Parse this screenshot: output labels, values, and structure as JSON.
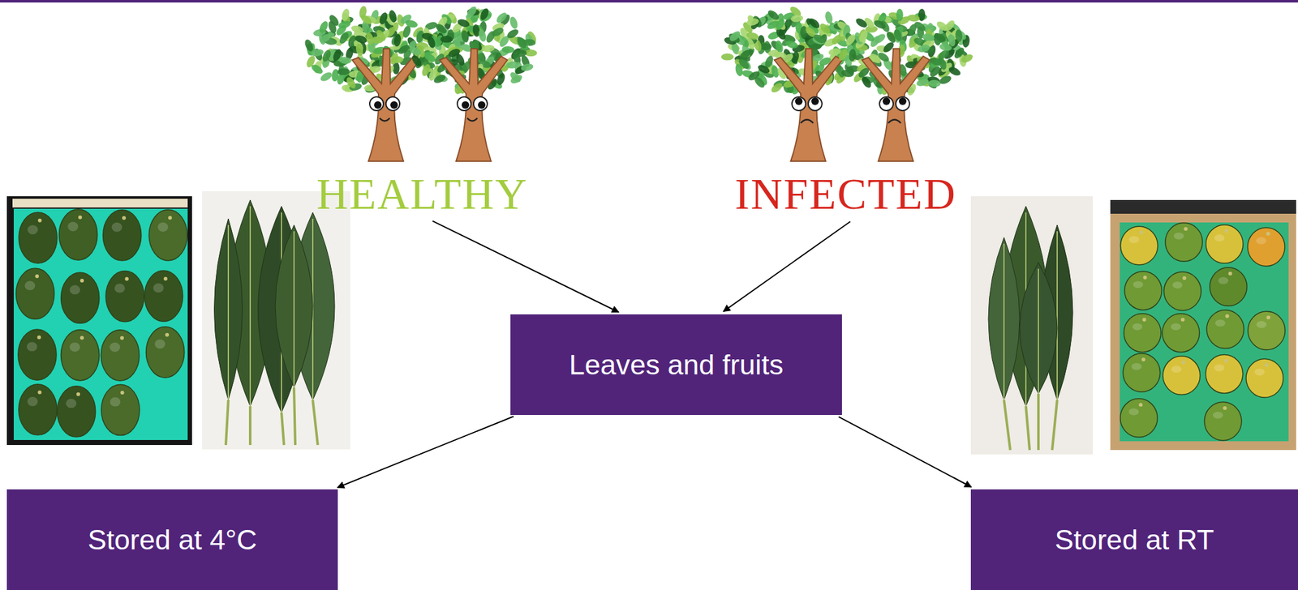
{
  "diagram": {
    "nodes": [
      {
        "text": [
          "HEALTHY"
        ]
      },
      {
        "text": [
          "INFECTED"
        ]
      },
      {
        "text": [
          "Leaves and fruits"
        ]
      },
      {
        "text": [
          "Stored at 4°C"
        ]
      },
      {
        "text": [
          "Stored at RT"
        ]
      }
    ],
    "edges": [
      {
        "from": 0,
        "to": 2,
        "arrow": "to"
      },
      {
        "from": 1,
        "to": 2,
        "arrow": "to"
      },
      {
        "from": 2,
        "to": 3,
        "arrow": "to"
      },
      {
        "from": 2,
        "to": 4,
        "arrow": "to"
      }
    ]
  }
}
